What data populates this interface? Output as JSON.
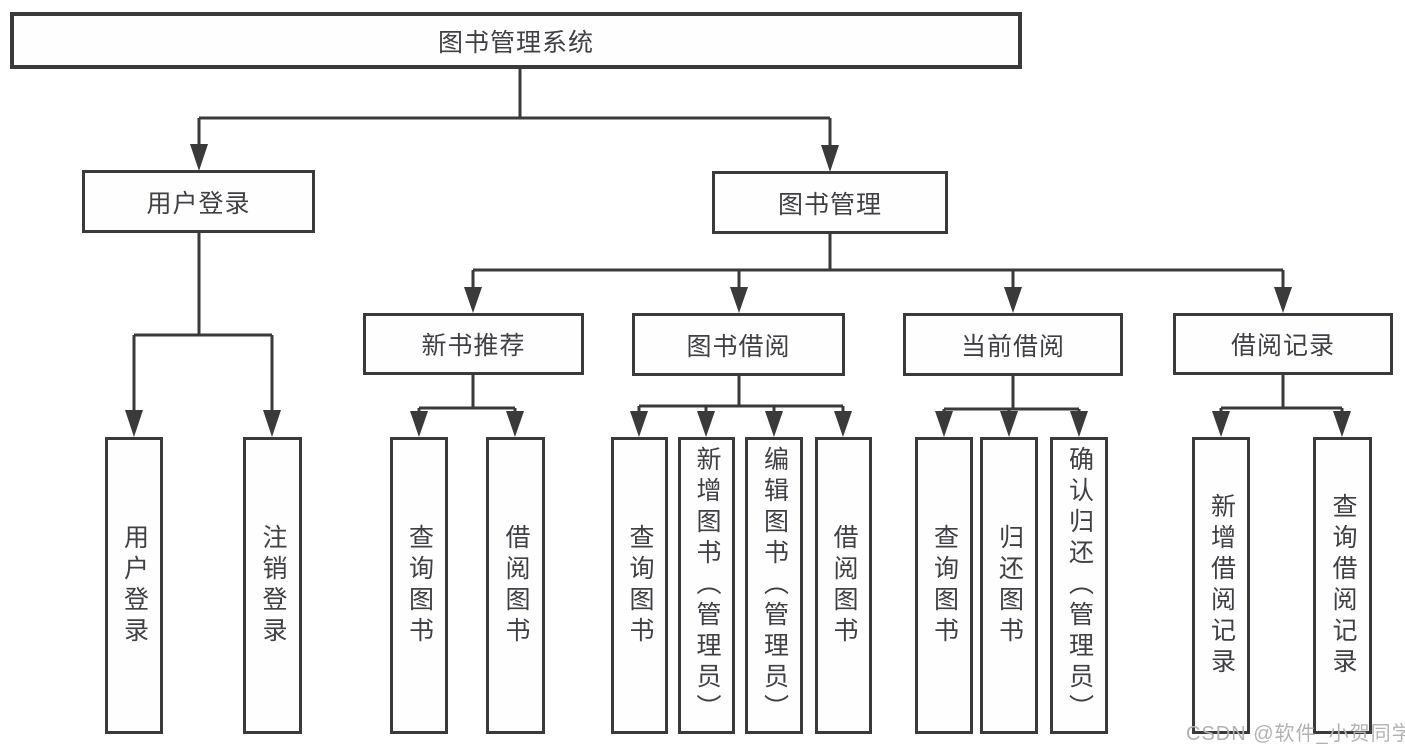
{
  "colors": {
    "background": "#ffffff",
    "node_background": "#fefefe",
    "line": "#3a3a3a",
    "text": "#3f3f44",
    "watermark": "#b2b2b2"
  },
  "diagram": {
    "root": {
      "label": "图书管理系统"
    },
    "branches": [
      {
        "label": "用户登录",
        "children": [
          {
            "label": "用户登录"
          },
          {
            "label": "注销登录"
          }
        ]
      },
      {
        "label": "图书管理",
        "children": [
          {
            "label": "新书推荐",
            "children": [
              {
                "label": "查询图书"
              },
              {
                "label": "借阅图书"
              }
            ]
          },
          {
            "label": "图书借阅",
            "children": [
              {
                "label": "查询图书"
              },
              {
                "label": "新增图书（管理员）"
              },
              {
                "label": "编辑图书（管理员）"
              },
              {
                "label": "借阅图书"
              }
            ]
          },
          {
            "label": "当前借阅",
            "children": [
              {
                "label": "查询图书"
              },
              {
                "label": "归还图书"
              },
              {
                "label": "确认归还（管理员）"
              }
            ]
          },
          {
            "label": "借阅记录",
            "children": [
              {
                "label": "新增借阅记录"
              },
              {
                "label": "查询借阅记录"
              }
            ]
          }
        ]
      }
    ]
  },
  "watermark": {
    "text": "CSDN @软件_小贺同学"
  }
}
